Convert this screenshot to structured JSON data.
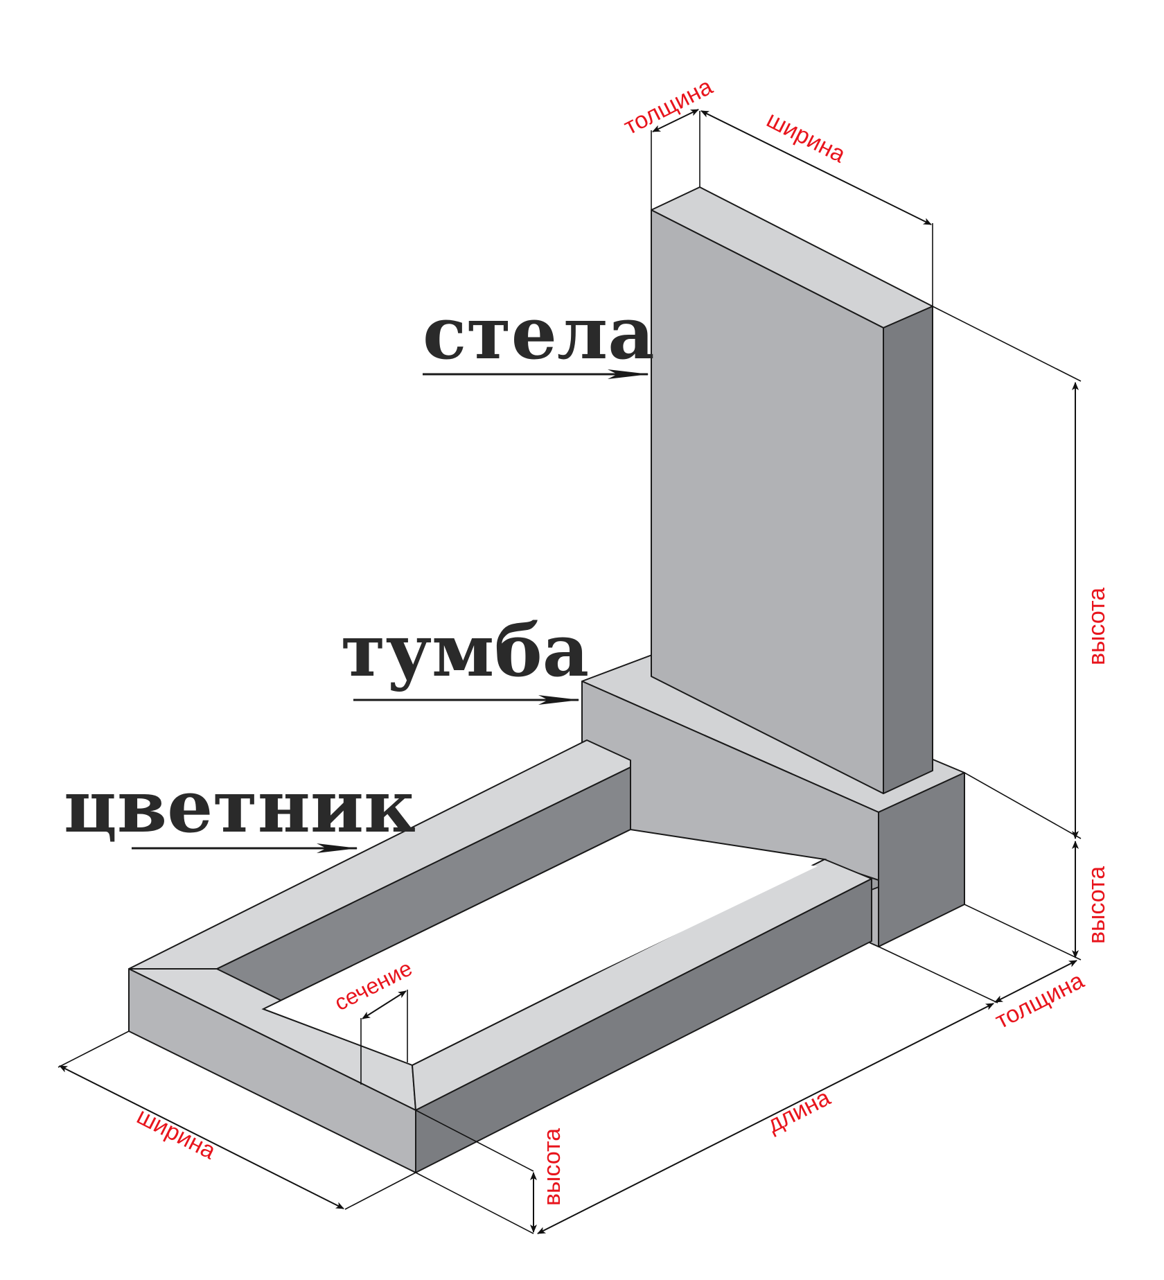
{
  "labels": {
    "stela": "стела",
    "tumba": "тумба",
    "tsvetnik": "цветник"
  },
  "dimensions": {
    "stela_thickness": "толщина",
    "stela_width": "ширина",
    "stela_height": "высота",
    "tumba_height": "высота",
    "tumba_thickness": "толщина",
    "flowerbed_section": "сечение",
    "flowerbed_width": "ширина",
    "flowerbed_length": "длина",
    "flowerbed_height": "высота"
  },
  "colors": {
    "top_face": "#d4d5d7",
    "front_face": "#b4b5b8",
    "side_face": "#7c7e82",
    "stela_front": "#b1b2b5",
    "label_red": "#e8141c",
    "label_dark": "#2a2a2a"
  },
  "icons": {
    "pointer": "arrow-right-icon"
  }
}
